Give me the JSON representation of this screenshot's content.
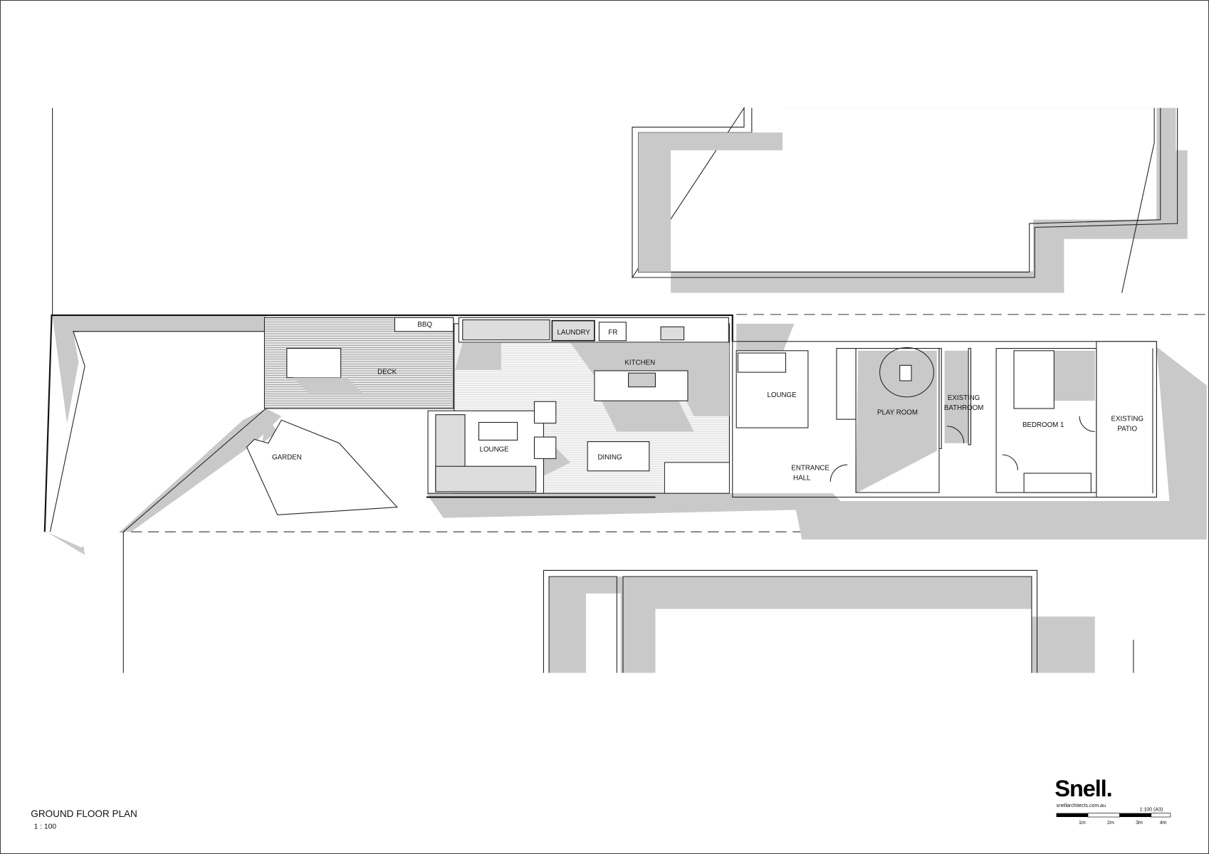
{
  "drawing": {
    "title": "GROUND FLOOR PLAN",
    "scale": "1 : 100"
  },
  "rooms": {
    "bbq": "BBQ",
    "laundry": "LAUNDRY",
    "fridge": "FR",
    "kitchen": "KITCHEN",
    "deck": "DECK",
    "lounge_rear": "LOUNGE",
    "dining": "DINING",
    "garden": "GARDEN",
    "lounge_front": "LOUNGE",
    "play_room": "PLAY ROOM",
    "bathroom_1": "EXISTING",
    "bathroom_2": "BATHROOM",
    "bedroom": "BEDROOM 1",
    "patio_1": "EXISTING",
    "patio_2": "PATIO",
    "entrance_1": "ENTRANCE",
    "entrance_2": "HALL"
  },
  "title_block": {
    "logo": "Snell.",
    "website": "snellarchitects.com.au",
    "sheet_scale": "1:100 (A3)",
    "scale_bar_labels": [
      "1m",
      "2m",
      "3m",
      "4m"
    ]
  }
}
